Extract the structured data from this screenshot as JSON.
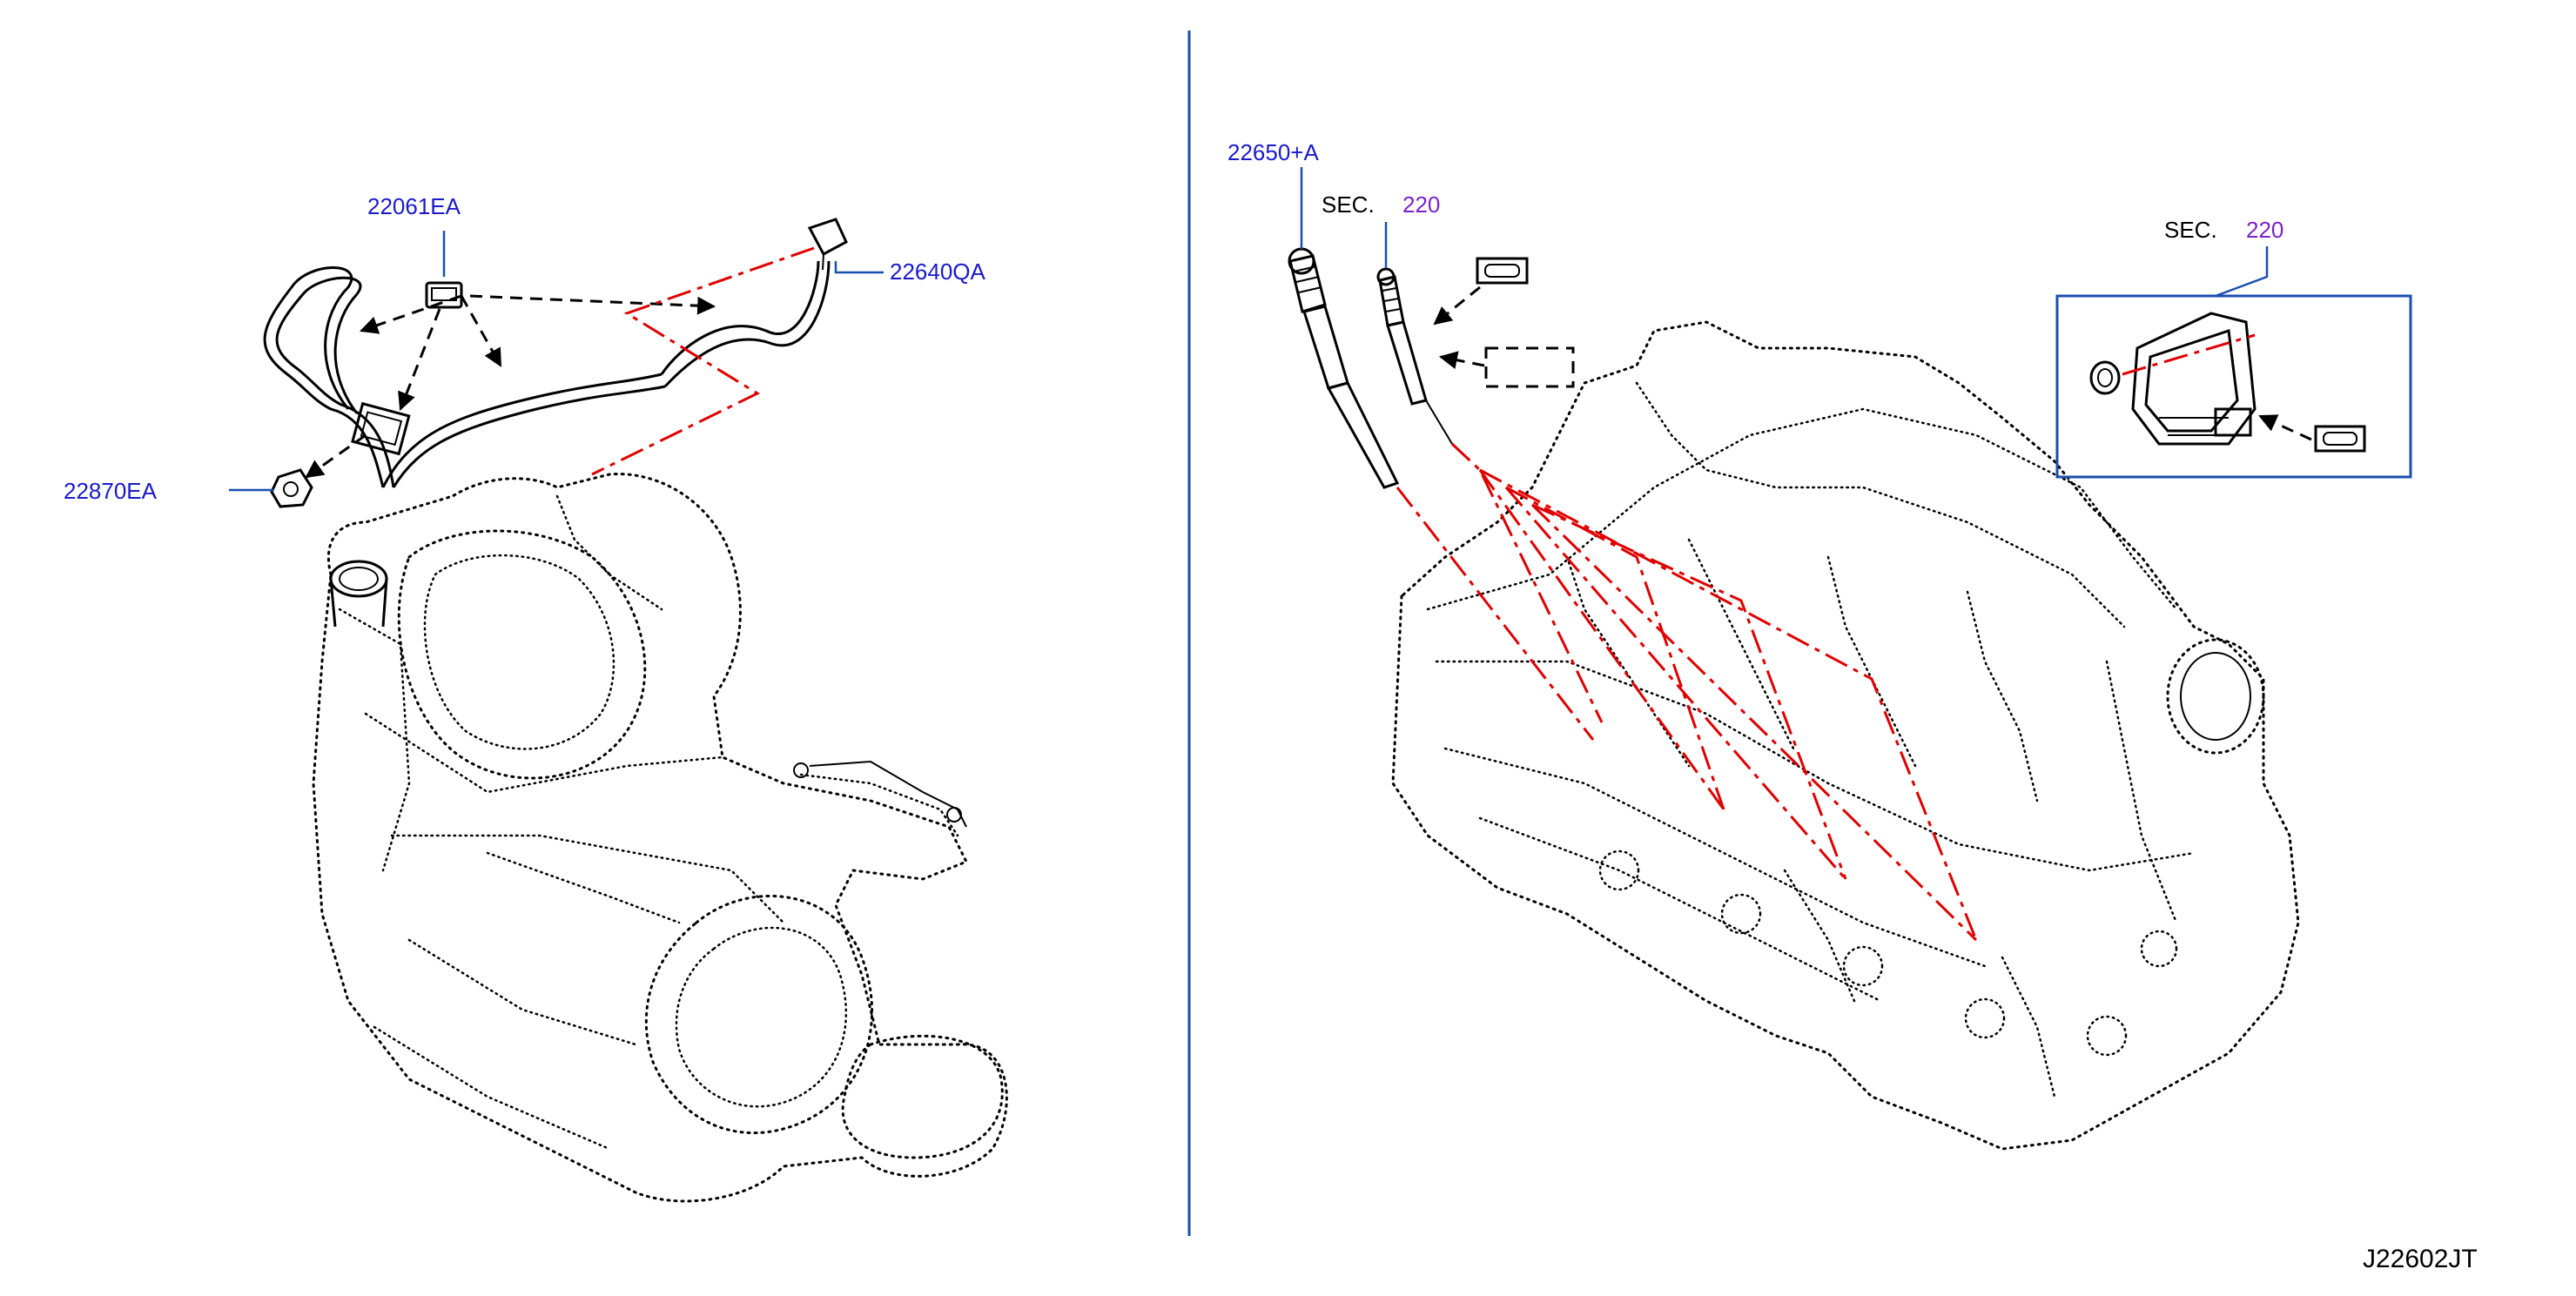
{
  "colors": {
    "part_label": "#1a1acc",
    "section_number": "#7a22cc",
    "leader_line": "#1a4fb0",
    "phantom_line": "#e00000",
    "drawing": "#000000"
  },
  "left_panel": {
    "labels": {
      "harness_clip": "22061EA",
      "sensor": "22640QA",
      "nut": "22870EA"
    }
  },
  "right_panel": {
    "labels": {
      "glow_plug": "22650+A",
      "sec_prefix_1": "SEC.",
      "sec_number_1": "220",
      "sec_prefix_2": "SEC.",
      "sec_number_2": "220"
    }
  },
  "diagram_code": "J22602JT"
}
